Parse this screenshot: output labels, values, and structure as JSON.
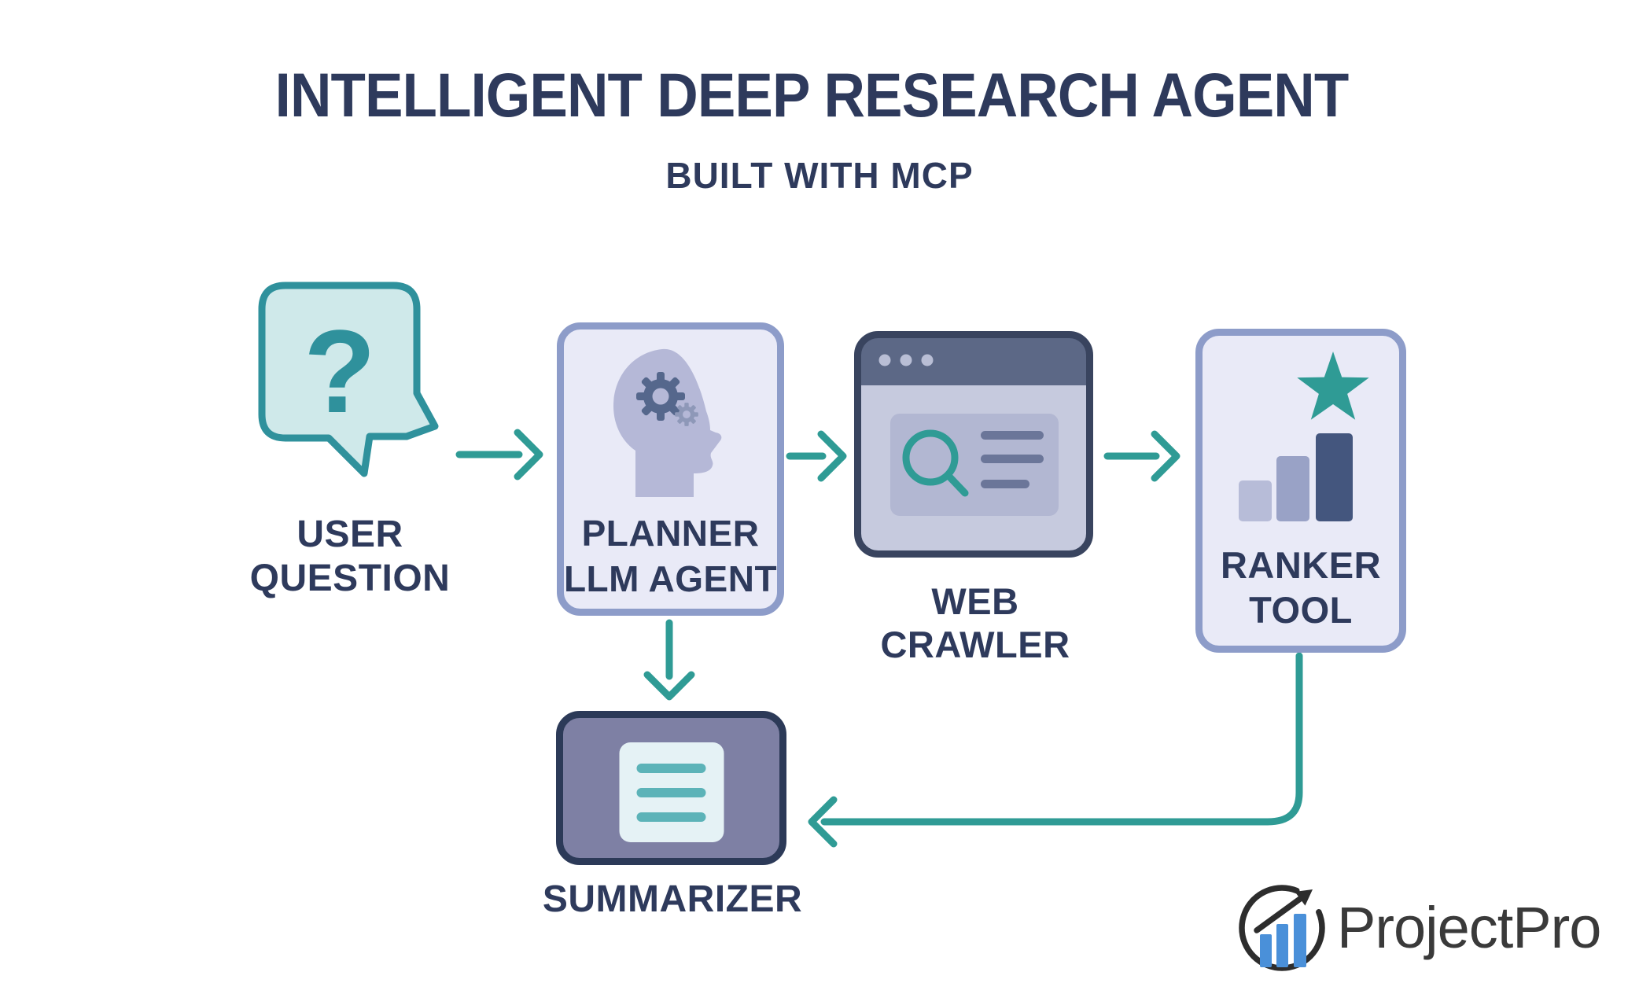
{
  "title": "INTELLIGENT DEEP RESEARCH AGENT",
  "subtitle": "BUILT WITH MCP",
  "nodes": {
    "user_question": {
      "lines": [
        "USER",
        "QUESTION"
      ],
      "bubble_glyph": "?"
    },
    "planner": {
      "lines": [
        "PLANNER",
        "LLM AGENT"
      ]
    },
    "web_crawler": {
      "label": "WEB CRAWLER"
    },
    "ranker": {
      "lines": [
        "RANKER",
        "TOOL"
      ]
    },
    "summarizer": {
      "label": "SUMMARIZER"
    }
  },
  "edges": [
    {
      "from": "user_question",
      "to": "planner"
    },
    {
      "from": "planner",
      "to": "web_crawler"
    },
    {
      "from": "web_crawler",
      "to": "ranker"
    },
    {
      "from": "planner",
      "to": "summarizer"
    },
    {
      "from": "ranker",
      "to": "summarizer"
    }
  ],
  "logo": {
    "text": "ProjectPro"
  },
  "colors": {
    "navy_text": "#2e3a5c",
    "teal": "#2f9b95",
    "bubble_fill": "#cfe9ea",
    "bubble_stroke": "#2f919c",
    "box_fill": "#e9eaf7",
    "box_border": "#8d9cc9",
    "head_fill": "#b5b8d7",
    "gear_dark": "#55678c",
    "gear_light": "#8e98b8",
    "crawler_bar": "#5c6886",
    "crawler_body": "#c6cade",
    "crawler_border": "#39445f",
    "crawler_panel": "#b2b7d2",
    "crawler_dots": "#b9bed5",
    "crawler_lines": "#6b7699",
    "bar1": "#b7bcd8",
    "bar2": "#99a2c6",
    "bar3": "#44567e",
    "summarizer_fill": "#7e80a4",
    "summarizer_border": "#2c3a58",
    "doc_fill": "#e5f2f5",
    "doc_lines": "#5cb3b8",
    "logo_dark": "#2d2d2d",
    "logo_blue": "#4a90d9",
    "logo_text": "#3a3a3a"
  }
}
